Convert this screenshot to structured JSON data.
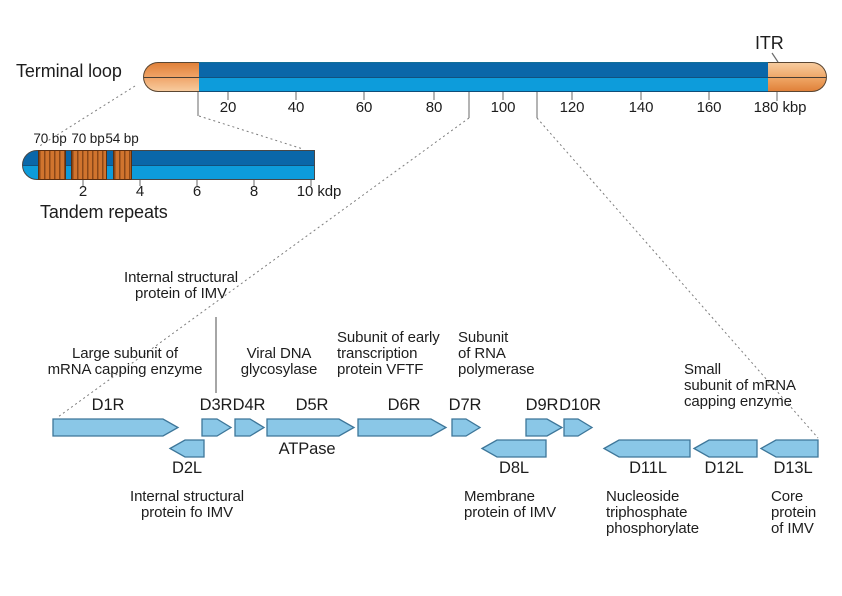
{
  "labels": {
    "terminal_loop": "Terminal loop",
    "itr": "ITR"
  },
  "genome_scale": {
    "ticks": [
      "20",
      "40",
      "60",
      "80",
      "100",
      "120",
      "140",
      "160"
    ],
    "end_label": "180 kbp"
  },
  "tandem_repeats": {
    "labels": [
      "70 bp",
      "70 bp",
      "54 bp"
    ],
    "caption": "Tandem repeats"
  },
  "tandem_scale": {
    "ticks": [
      "2",
      "4",
      "6",
      "8"
    ],
    "end_label": "10 kdp"
  },
  "genes": {
    "forward": [
      {
        "name": "D1R"
      },
      {
        "name": "D3R"
      },
      {
        "name": "D4R"
      },
      {
        "name": "D5R"
      },
      {
        "name": "D6R"
      },
      {
        "name": "D7R"
      },
      {
        "name": "D9R"
      },
      {
        "name": "D10R"
      }
    ],
    "reverse": [
      {
        "name": "D2L"
      },
      {
        "name": "D8L"
      },
      {
        "name": "D11L"
      },
      {
        "name": "D12L"
      },
      {
        "name": "D13L"
      }
    ],
    "atpase": "ATPase"
  },
  "annotations": {
    "top": [
      {
        "text": "Internal structural\nprotein of IMV"
      },
      {
        "text": "Large subunit of\nmRNA capping enzyme"
      },
      {
        "text": "Viral DNA\nglycosylase"
      },
      {
        "text": "Subunit of early\ntranscription\nprotein VFTF"
      },
      {
        "text": "Subunit\nof RNA\npolymerase"
      },
      {
        "text": "Small\nsubunit of mRNA\ncapping enzyme"
      }
    ],
    "bottom": [
      {
        "text": "Internal structural\nprotein fo IMV"
      },
      {
        "text": "Membrane\nprotein of IMV"
      },
      {
        "text": "Nucleoside\ntriphosphate\nphosphorylate"
      },
      {
        "text": "Core\nprotein\nof IMV"
      }
    ]
  },
  "colors": {
    "dark_blue": "#0a67a9",
    "light_blue": "#0d9cdb",
    "orange_dark": "#e0813a",
    "orange_light": "#f7cb9e",
    "arrow_fill": "#8ac7e7",
    "arrow_stroke": "#3d7699",
    "stripe_orange": "#d0742e",
    "stripe_dark": "#8a4718"
  }
}
